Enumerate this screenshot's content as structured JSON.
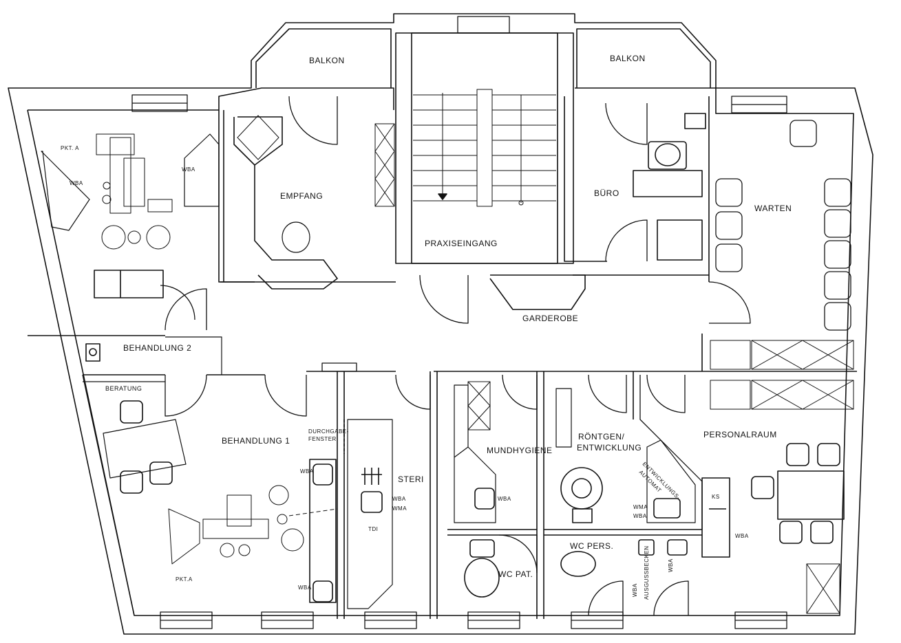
{
  "rooms": {
    "balkon_left": "BALKON",
    "balkon_right": "BALKON",
    "empfang": "EMPFANG",
    "praxiseingang": "PRAXISEINGANG",
    "buero": "BÜRO",
    "warten": "WARTEN",
    "garderobe": "GARDEROBE",
    "behandlung2": "BEHANDLUNG 2",
    "beratung": "BERATUNG",
    "behandlung1": "BEHANDLUNG 1",
    "durchgabe_1": "DURCHGABE-",
    "durchgabe_2": "FENSTER",
    "steri": "STERI",
    "mundhygiene": "MUNDHYGIENE",
    "roentgen_1": "RÖNTGEN/",
    "roentgen_2": "ENTWICKLUNG",
    "entwicklungsautomat_1": "ENTWICKLUNGS-",
    "entwicklungsautomat_2": "AUTOMAT",
    "personalraum": "PERSONALRAUM",
    "wc_pers": "WC PERS.",
    "wc_pat": "WC PAT."
  },
  "fixtures": {
    "pkt_a_top": "PKT. A",
    "pkt_a_bottom": "PKT.A",
    "wba": "WBA",
    "wma": "WMA",
    "tdi": "TDI",
    "ks": "KS",
    "ausguss": "AUSGUSSBECKEN"
  }
}
